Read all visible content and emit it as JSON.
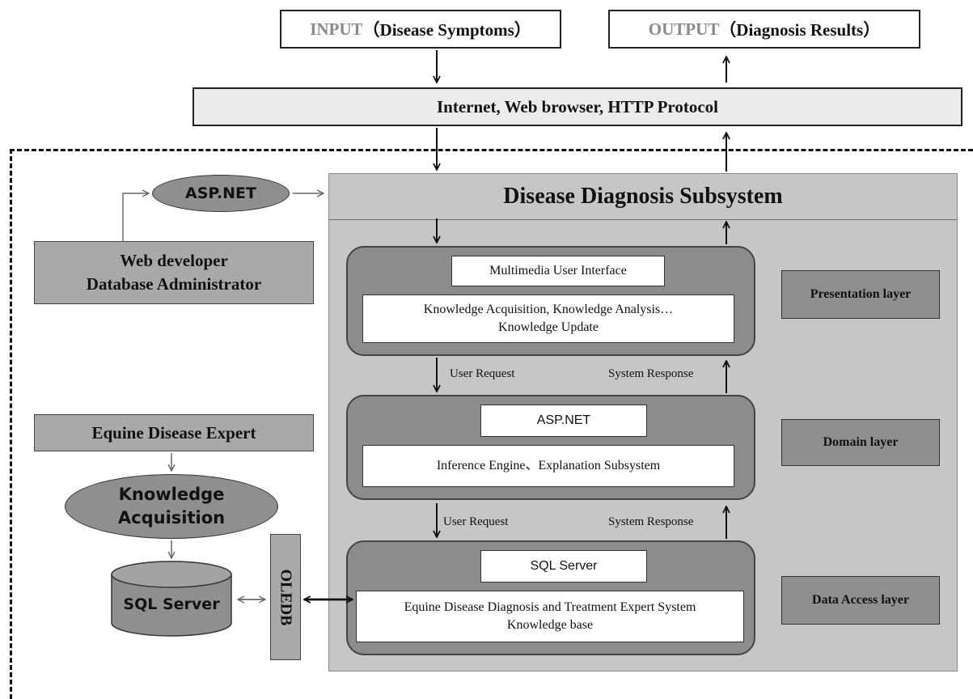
{
  "input_box": {
    "prefix": "INPUT",
    "text": "（Disease  Symptoms）"
  },
  "output_box": {
    "prefix": "OUTPUT",
    "text": "（Diagnosis Results）"
  },
  "internet_bar": "Internet,  Web browser,  HTTP Protocol",
  "subsystem_title": "Disease  Diagnosis  Subsystem",
  "asp_ellipse": "ASP.NET",
  "developer_box": [
    "Web developer",
    "Database Administrator"
  ],
  "presentation": {
    "top": "Multimedia User Interface",
    "bottom": [
      "Knowledge Acquisition, Knowledge Analysis…",
      "Knowledge Update"
    ],
    "side": "Presentation layer"
  },
  "domain": {
    "top": "ASP.NET",
    "bottom": "Inference Engine、Explanation Subsystem",
    "side": "Domain layer"
  },
  "data_access": {
    "top": "SQL Server",
    "bottom": [
      "Equine Disease Diagnosis and Treatment Expert System",
      "Knowledge base"
    ],
    "side": "Data Access layer"
  },
  "flow_labels": {
    "user_request_1": "User Request",
    "system_response_1": "System Response",
    "user_request_2": "User Request",
    "system_response_2": "System Response"
  },
  "expert_box": "Equine Disease Expert",
  "knowledge_ellipse": [
    "Knowledge",
    "Acquisition"
  ],
  "sql_cylinder": "SQL Server",
  "oledb": "OLEDB"
}
